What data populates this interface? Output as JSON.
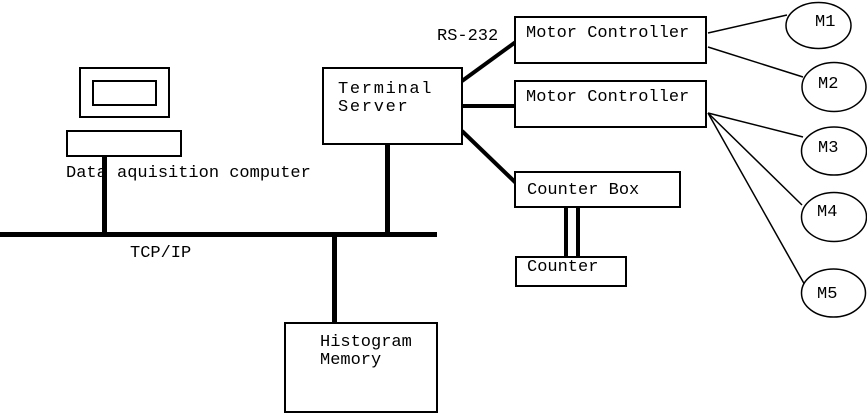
{
  "diagram": {
    "computer_label": "Data aquisition computer",
    "bus_label": "TCP/IP",
    "serial_label": "RS-232",
    "terminal_server": "Terminal\nServer",
    "motor_controller_1": "Motor Controller",
    "motor_controller_2": "Motor Controller",
    "counter_box": "Counter Box",
    "counter": "Counter",
    "histogram_memory": "Histogram\nMemory",
    "motors": [
      "M1",
      "M2",
      "M3",
      "M4",
      "M5"
    ],
    "colors": {
      "line": "#000000",
      "background": "#ffffff"
    }
  }
}
